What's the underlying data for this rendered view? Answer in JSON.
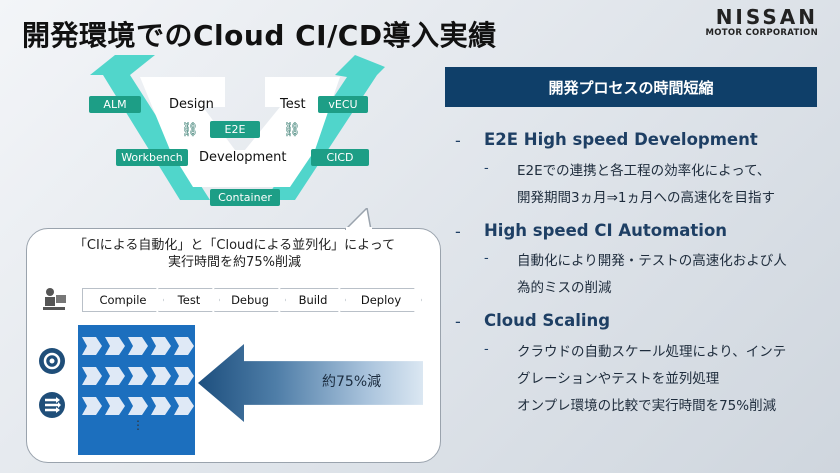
{
  "slide": {
    "title": "開発環境でのCloud CI/CD導入実績"
  },
  "logo": {
    "main": "NISSAN",
    "sub": "MOTOR CORPORATION"
  },
  "vdiagram": {
    "tags": {
      "alm": "ALM",
      "vecu": "vECU",
      "e2e": "E2E",
      "workbench": "Workbench",
      "cicd": "CICD",
      "container": "Container"
    },
    "labels": {
      "design": "Design",
      "test": "Test",
      "development": "Development"
    }
  },
  "callout": {
    "text": "「CIによる自動化」と「Cloudによる並列化」によって\n実行時間を約75%削減",
    "stages": [
      "Compile",
      "Test",
      "Debug",
      "Build",
      "Deploy"
    ],
    "reduction_label": "約75%減",
    "ellipsis": "⋮"
  },
  "panel": {
    "header": "開発プロセスの時間短縮",
    "bullet_marker": "-",
    "sub_marker": "-",
    "sections": [
      {
        "title": "E2E High speed Development",
        "lines": [
          "E2Eでの連携と各工程の効率化によって、",
          "開発期間3ヵ月⇒1ヵ月への高速化を目指す"
        ]
      },
      {
        "title": "High speed CI Automation",
        "lines": [
          "自動化により開発・テストの高速化および人",
          "為的ミスの削減"
        ]
      },
      {
        "title": "Cloud Scaling",
        "lines": [
          "クラウドの自動スケール処理により、インテ",
          "グレーションやテストを並列処理",
          "オンプレ環境の比較で実行時間を75%削減"
        ]
      }
    ]
  },
  "colors": {
    "teal": "#1d9e86",
    "navy": "#0f3f69",
    "blue": "#1c6fbe"
  }
}
